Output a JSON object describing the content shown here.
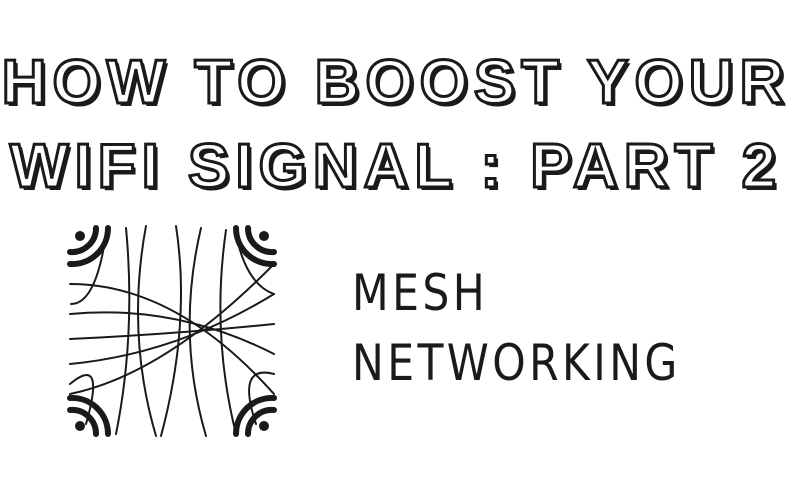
{
  "title": {
    "line1": "HOW TO BOOST YOUR",
    "line2": "WIFI SIGNAL : PART 2"
  },
  "subtitle": {
    "line1": "MESH",
    "line2": "NETWORKING"
  },
  "illustration": {
    "name": "mesh-network-wifi-icons",
    "corner_icons": [
      "wifi-icon-top-left",
      "wifi-icon-top-right",
      "wifi-icon-bottom-left",
      "wifi-icon-bottom-right"
    ]
  },
  "colors": {
    "ink": "#1a1a1a",
    "background": "#ffffff"
  }
}
